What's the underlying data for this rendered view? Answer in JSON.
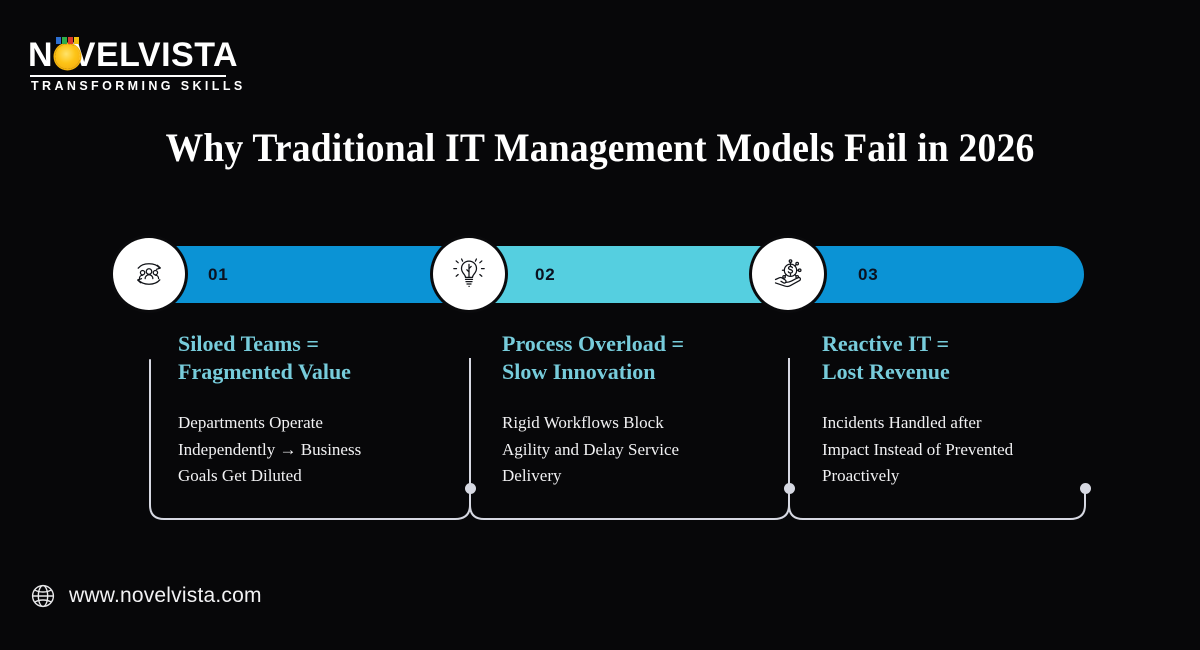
{
  "brand": {
    "name_part1": "N",
    "name_part2": "VELVISTA",
    "sun_icon": "sun-logo-icon",
    "tagline": "TRANSFORMING SKILLS",
    "chip_colors": [
      "#2d6fd1",
      "#2fae4a",
      "#d93a2b",
      "#f2c00f"
    ],
    "accent_gold": "#fdc417"
  },
  "title": "Why Traditional IT Management Models Fail in 2026",
  "colors": {
    "background": "#070709",
    "segment_primary": "#0b93d5",
    "segment_secondary": "#55cfe0",
    "heading_teal": "#77ccdb",
    "body_text": "#f1f1f3",
    "line_gray": "#d6d8e2",
    "number_text": "#0b1220"
  },
  "steps": [
    {
      "number": "01",
      "icon": "team-collaboration-icon",
      "heading": "Siloed Teams =\nFragmented Value",
      "body": "Departments Operate\nIndependently → Business\nGoals Get Diluted"
    },
    {
      "number": "02",
      "icon": "lightbulb-idea-icon",
      "heading": "Process Overload =\nSlow Innovation",
      "body": "Rigid Workflows Block\nAgility and Delay Service\nDelivery"
    },
    {
      "number": "03",
      "icon": "hand-holding-money-icon",
      "heading": "Reactive IT =\nLost Revenue",
      "body": "Incidents Handled after\nImpact Instead of Prevented\nProactively"
    }
  ],
  "footer": {
    "globe_icon": "globe-icon",
    "url": "www.novelvista.com"
  }
}
